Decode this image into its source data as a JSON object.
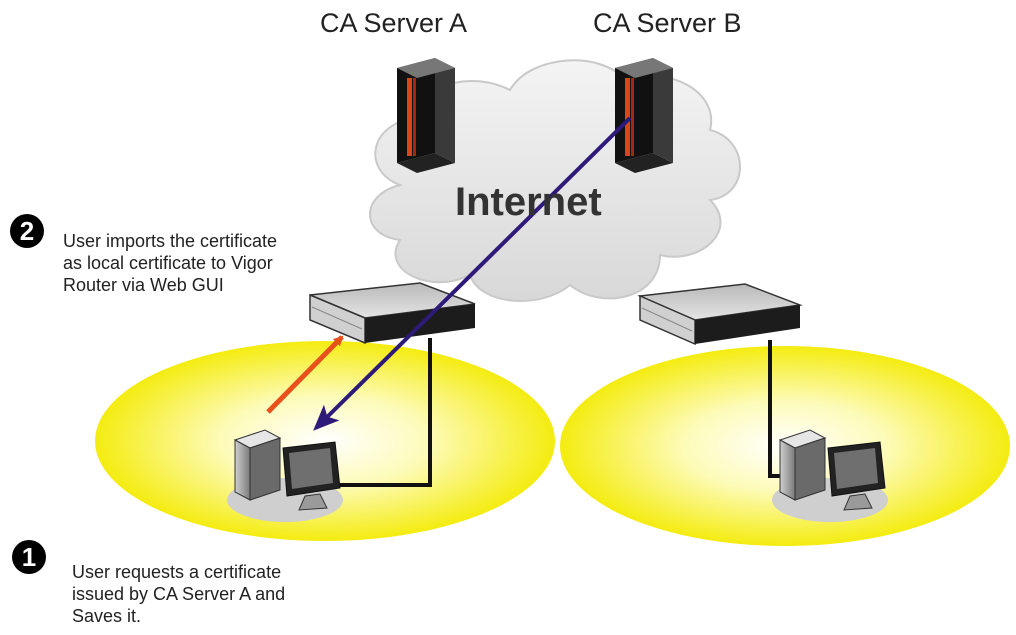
{
  "servers": {
    "a_label": "CA Server A",
    "b_label": "CA Server B"
  },
  "cloud": {
    "label": "Internet"
  },
  "steps": [
    {
      "number": "2",
      "lines": [
        "User imports the certificate",
        "as local certificate to Vigor",
        "Router via Web GUI"
      ]
    },
    {
      "number": "1",
      "lines": [
        "User requests a certificate",
        "issued by CA Server A and",
        "Saves it."
      ]
    }
  ],
  "colors": {
    "ellipse_fill": "#f8f200",
    "arrow_orange": "#e8501c",
    "arrow_purple": "#2e1a78",
    "server_accent": "#d8461a",
    "cloud_fill": "#e3e3e3"
  },
  "icons": [
    "server-icon",
    "router-icon",
    "computer-icon",
    "cloud-icon"
  ]
}
